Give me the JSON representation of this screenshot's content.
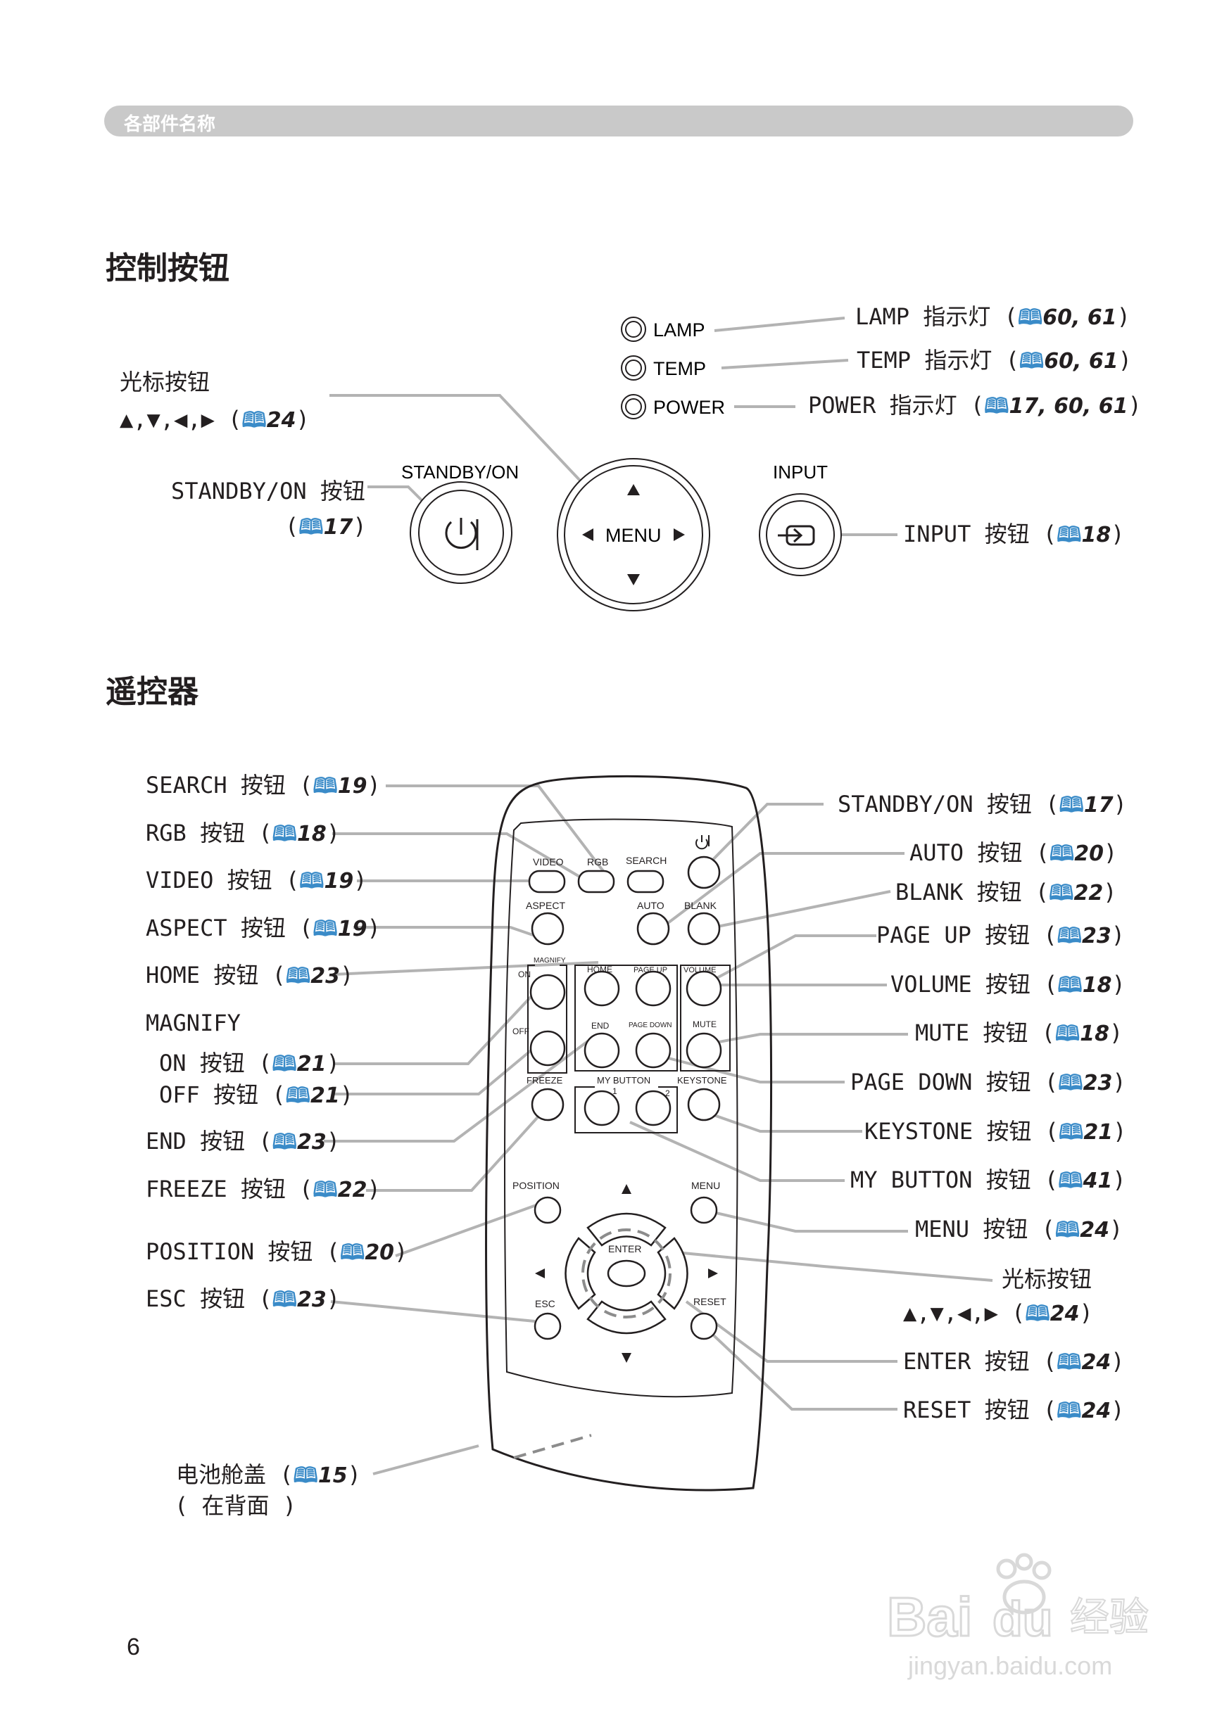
{
  "header": {
    "title": "各部件名称"
  },
  "sections": {
    "control_buttons": "控制按钮",
    "remote": "遥控器"
  },
  "panel": {
    "lamp": "LAMP",
    "temp": "TEMP",
    "power": "POWER",
    "standby": "STANDBY/ON",
    "input": "INPUT",
    "menu": "MENU"
  },
  "control_labels": {
    "lamp": {
      "text": "LAMP 指示灯 (",
      "ref": "60, 61",
      "end": ")"
    },
    "temp": {
      "text": "TEMP 指示灯 (",
      "ref": "60, 61",
      "end": ")"
    },
    "power": {
      "text": "POWER 指示灯 (",
      "ref": "17, 60, 61",
      "end": ")"
    },
    "cursor_title": "光标按钮",
    "cursor": {
      "text": "▲,▼,◀,▶ (",
      "ref": "24",
      "end": ")"
    },
    "standby_title": "STANDBY/ON 按钮",
    "standby": {
      "text": "(",
      "ref": "17",
      "end": ")"
    },
    "input": {
      "text": "INPUT 按钮 (",
      "ref": "18",
      "end": ")"
    }
  },
  "remote_left": [
    {
      "text": "SEARCH 按钮 (",
      "ref": "19",
      "end": ")"
    },
    {
      "text": "RGB 按钮 (",
      "ref": "18",
      "end": ")"
    },
    {
      "text": "VIDEO 按钮 (",
      "ref": "19",
      "end": ")"
    },
    {
      "text": "ASPECT 按钮 (",
      "ref": "19",
      "end": ")"
    },
    {
      "text": "HOME 按钮 (",
      "ref": "23",
      "end": ")"
    },
    {
      "text": "MAGNIFY"
    },
    {
      "text": "ON 按钮 (",
      "ref": "21",
      "end": ")"
    },
    {
      "text": "OFF 按钮 (",
      "ref": "21",
      "end": ")"
    },
    {
      "text": "END 按钮 (",
      "ref": "23",
      "end": ")"
    },
    {
      "text": "FREEZE 按钮 (",
      "ref": "22",
      "end": ")"
    },
    {
      "text": "POSITION 按钮 (",
      "ref": "20",
      "end": ")"
    },
    {
      "text": "ESC 按钮 (",
      "ref": "23",
      "end": ")"
    },
    {
      "text": "电池舱盖 (",
      "ref": "15",
      "end": ")"
    },
    {
      "text": "( 在背面 )"
    }
  ],
  "remote_right": [
    {
      "text": "STANDBY/ON 按钮 (",
      "ref": "17",
      "end": ")"
    },
    {
      "text": "AUTO 按钮 (",
      "ref": "20",
      "end": ")"
    },
    {
      "text": "BLANK 按钮 (",
      "ref": "22",
      "end": ")"
    },
    {
      "text": "PAGE UP 按钮 (",
      "ref": "23",
      "end": ")"
    },
    {
      "text": "VOLUME 按钮 (",
      "ref": "18",
      "end": ")"
    },
    {
      "text": "MUTE 按钮 (",
      "ref": "18",
      "end": ")"
    },
    {
      "text": "PAGE DOWN 按钮 (",
      "ref": "23",
      "end": ")"
    },
    {
      "text": "KEYSTONE 按钮 (",
      "ref": "21",
      "end": ")"
    },
    {
      "text": "MY BUTTON 按钮 (",
      "ref": "41",
      "end": ")"
    },
    {
      "text": "MENU 按钮 (",
      "ref": "24",
      "end": ")"
    },
    {
      "text": "光标按钮"
    },
    {
      "text": "▲,▼,◀,▶ (",
      "ref": "24",
      "end": ")"
    },
    {
      "text": "ENTER 按钮 (",
      "ref": "24",
      "end": ")"
    },
    {
      "text": "RESET 按钮 (",
      "ref": "24",
      "end": ")"
    }
  ],
  "remote_buttons": {
    "video": "VIDEO",
    "rgb": "RGB",
    "search": "SEARCH",
    "aspect": "ASPECT",
    "auto": "AUTO",
    "blank": "BLANK",
    "magnify": "MAGNIFY",
    "on": "ON",
    "off": "OFF",
    "home": "HOME",
    "page_up": "PAGE UP",
    "volume": "VOLUME",
    "end": "END",
    "page_down": "PAGE DOWN",
    "mute": "MUTE",
    "freeze": "FREEZE",
    "my_button": "MY BUTTON",
    "one": "1",
    "two": "2",
    "keystone": "KEYSTONE",
    "position": "POSITION",
    "menu": "MENU",
    "enter": "ENTER",
    "esc": "ESC",
    "reset": "RESET"
  },
  "page_number": "6",
  "watermark": {
    "brand": "Baidu 经验",
    "url": "jingyan.baidu.com"
  },
  "colors": {
    "header_bar": "#c9c9c9",
    "book_icon": "#3a8bc8",
    "leader_line": "#b3b3b3"
  }
}
